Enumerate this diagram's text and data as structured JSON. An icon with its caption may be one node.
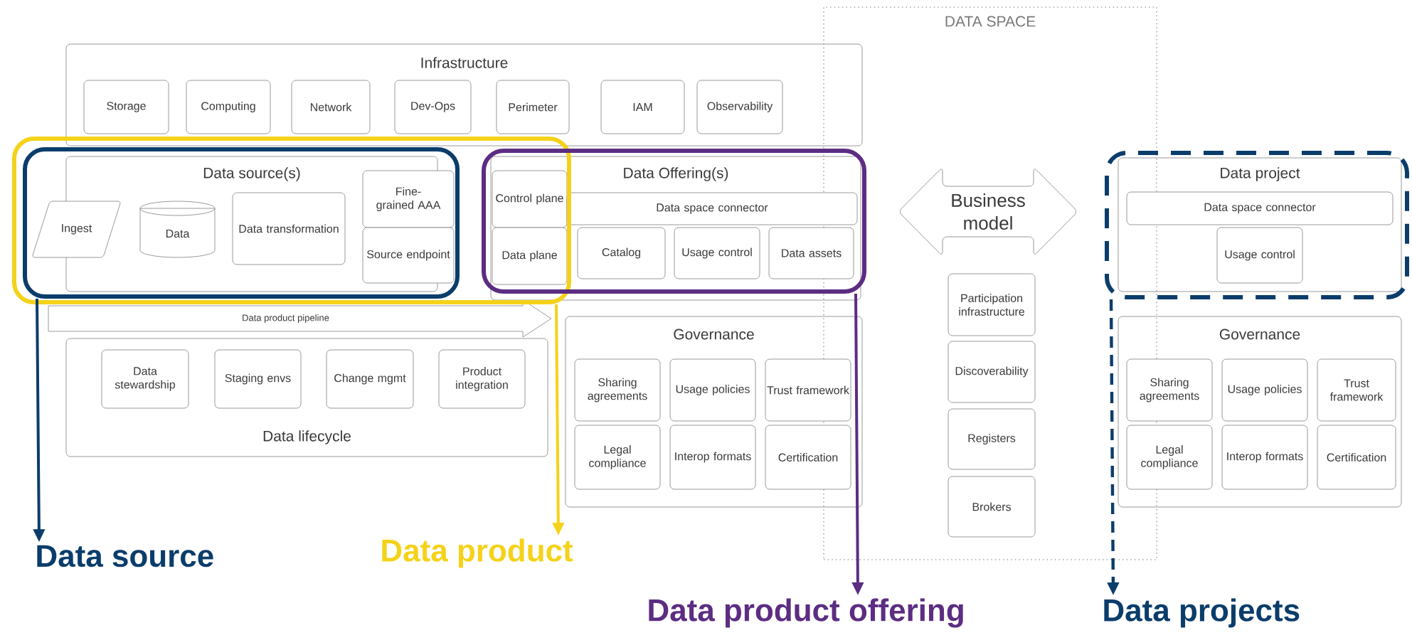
{
  "diagram": {
    "nodes": [
      {
        "text": [
          "DATA SPACE"
        ]
      },
      {
        "text": [
          "Infrastructure"
        ]
      },
      {
        "text": [
          "Storage"
        ],
        "in": 1
      },
      {
        "text": [
          "Computing"
        ],
        "in": 1
      },
      {
        "text": [
          "Network"
        ],
        "in": 1
      },
      {
        "text": [
          "Dev-Ops"
        ],
        "in": 1
      },
      {
        "text": [
          "Perimeter"
        ],
        "in": 1
      },
      {
        "text": [
          "IAM"
        ],
        "in": 1
      },
      {
        "text": [
          "Observability"
        ],
        "in": 1
      },
      {
        "text": [],
        "shape": "box"
      },
      {
        "text": [],
        "shape": "box",
        "in": 9
      },
      {
        "text": [
          "Data source(s)"
        ],
        "in": 10
      },
      {
        "text": [
          "Ingest"
        ],
        "in": 10
      },
      {
        "text": [
          "Data"
        ],
        "in": 11
      },
      {
        "text": [
          "Data transformation"
        ],
        "in": 11
      },
      {
        "text": [
          "Fine-grained AAA"
        ],
        "in": 10
      },
      {
        "text": [
          "Source endpoint"
        ],
        "in": 10
      },
      {
        "text": [],
        "shape": "box"
      },
      {
        "text": [
          "Data Offering(s)"
        ]
      },
      {
        "text": [
          "Control plane"
        ]
      },
      {
        "text": [
          "Data plane"
        ]
      },
      {
        "text": [
          "Data space connector"
        ],
        "in": 18
      },
      {
        "text": [
          "Catalog"
        ],
        "in": 18
      },
      {
        "text": [
          "Usage control"
        ],
        "in": 18
      },
      {
        "text": [
          "Data assets"
        ],
        "in": 18
      },
      {
        "text": [
          "Data product pipeline"
        ]
      },
      {
        "text": [
          "Data lifecycle"
        ]
      },
      {
        "text": [
          "Data stewardship"
        ],
        "in": 26
      },
      {
        "text": [
          "Staging envs"
        ],
        "in": 26
      },
      {
        "text": [
          "Change mgmt"
        ],
        "in": 26
      },
      {
        "text": [
          "Product integration"
        ],
        "in": 26
      },
      {
        "text": [
          "Governance"
        ]
      },
      {
        "text": [
          "Sharing agreements"
        ],
        "in": 31
      },
      {
        "text": [
          "Usage policies"
        ],
        "in": 31
      },
      {
        "text": [
          "Trust framework"
        ],
        "in": 31
      },
      {
        "text": [
          "Legal compliance"
        ],
        "in": 31
      },
      {
        "text": [
          "Interop formats"
        ],
        "in": 31
      },
      {
        "text": [
          "Certification"
        ],
        "in": 31
      },
      {
        "text": [
          "Business model"
        ],
        "in": 0
      },
      {
        "text": [
          "Participation infrastructure"
        ],
        "in": 0
      },
      {
        "text": [
          "Discoverability"
        ],
        "in": 0
      },
      {
        "text": [
          "Registers"
        ],
        "in": 0
      },
      {
        "text": [
          "Brokers"
        ],
        "in": 0
      },
      {
        "text": [],
        "shape": "box"
      },
      {
        "text": [
          "Data project"
        ],
        "in": 43
      },
      {
        "text": [
          "Data space connector"
        ],
        "in": 44
      },
      {
        "text": [
          "Usage control"
        ],
        "in": 44
      },
      {
        "text": [
          "Governance"
        ]
      },
      {
        "text": [
          "Sharing agreements"
        ],
        "in": 47
      },
      {
        "text": [
          "Usage policies"
        ],
        "in": 47
      },
      {
        "text": [
          "Trust framework"
        ],
        "in": 47
      },
      {
        "text": [
          "Legal compliance"
        ],
        "in": 47
      },
      {
        "text": [
          "Interop formats"
        ],
        "in": 47
      },
      {
        "text": [
          "Certification"
        ],
        "in": 47
      },
      {
        "text": [
          "Data source"
        ]
      },
      {
        "text": [
          "Data product"
        ]
      },
      {
        "text": [
          "Data product offering"
        ]
      },
      {
        "text": [
          "Data projects"
        ]
      }
    ],
    "edges": [
      {
        "from": 10,
        "to": 54,
        "arrow": "to",
        "color": "#0b3d6b"
      },
      {
        "from": 9,
        "to": 55,
        "arrow": "to",
        "color": "#f5d21a"
      },
      {
        "from": 17,
        "to": 56,
        "arrow": "to",
        "color": "#5c2d82"
      },
      {
        "from": 43,
        "to": 57,
        "arrow": "to",
        "style": "dashed",
        "color": "#0b3d6b"
      }
    ]
  }
}
